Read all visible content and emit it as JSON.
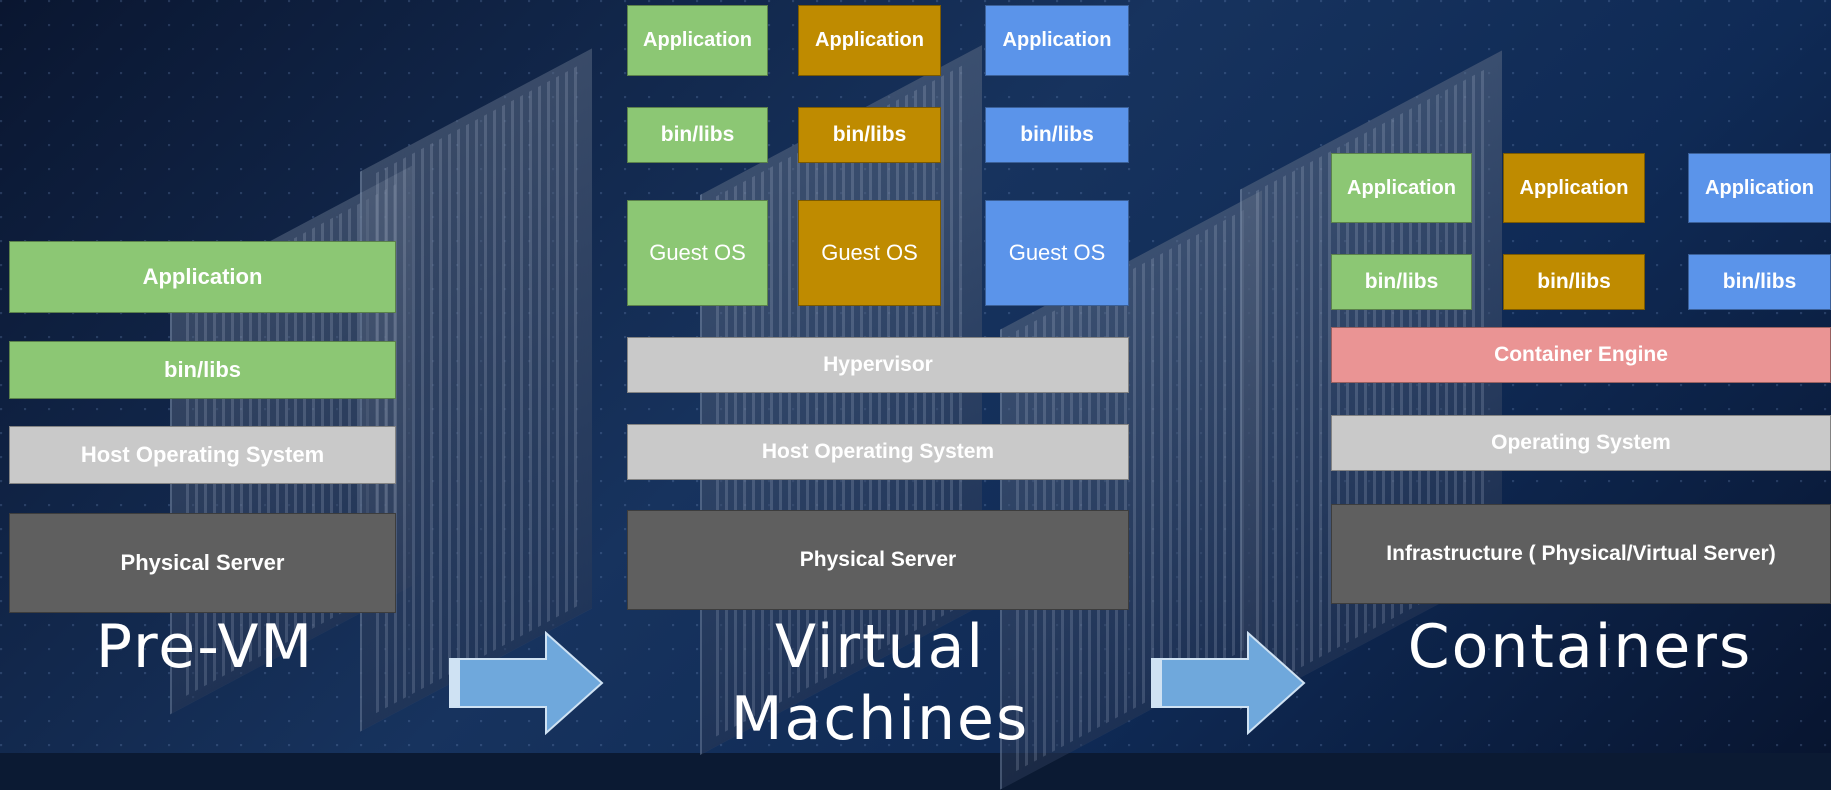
{
  "pre_vm": {
    "caption": "Pre-VM",
    "application": "Application",
    "bin_libs": "bin/libs",
    "host_os": "Host Operating System",
    "physical_server": "Physical Server"
  },
  "virtual_machines": {
    "caption_line1": "Virtual",
    "caption_line2": "Machines",
    "application": "Application",
    "bin_libs": "bin/libs",
    "guest_os": "Guest OS",
    "hypervisor": "Hypervisor",
    "host_os": "Host Operating System",
    "physical_server": "Physical Server"
  },
  "containers": {
    "caption": "Containers",
    "application": "Application",
    "bin_libs": "bin/libs",
    "container_engine": "Container Engine",
    "operating_system": "Operating System",
    "infrastructure": "Infrastructure ( Physical/Virtual Server)"
  },
  "colors": {
    "green": "#8cc774",
    "gold": "#bf8b00",
    "blue": "#5b94ea",
    "light_grey": "#c9c9c9",
    "dark_grey": "#5f5f5f",
    "pink": "#ea9494",
    "arrow": "#6fa8dc"
  },
  "icons": [
    "right-arrow-icon",
    "right-arrow-icon"
  ]
}
